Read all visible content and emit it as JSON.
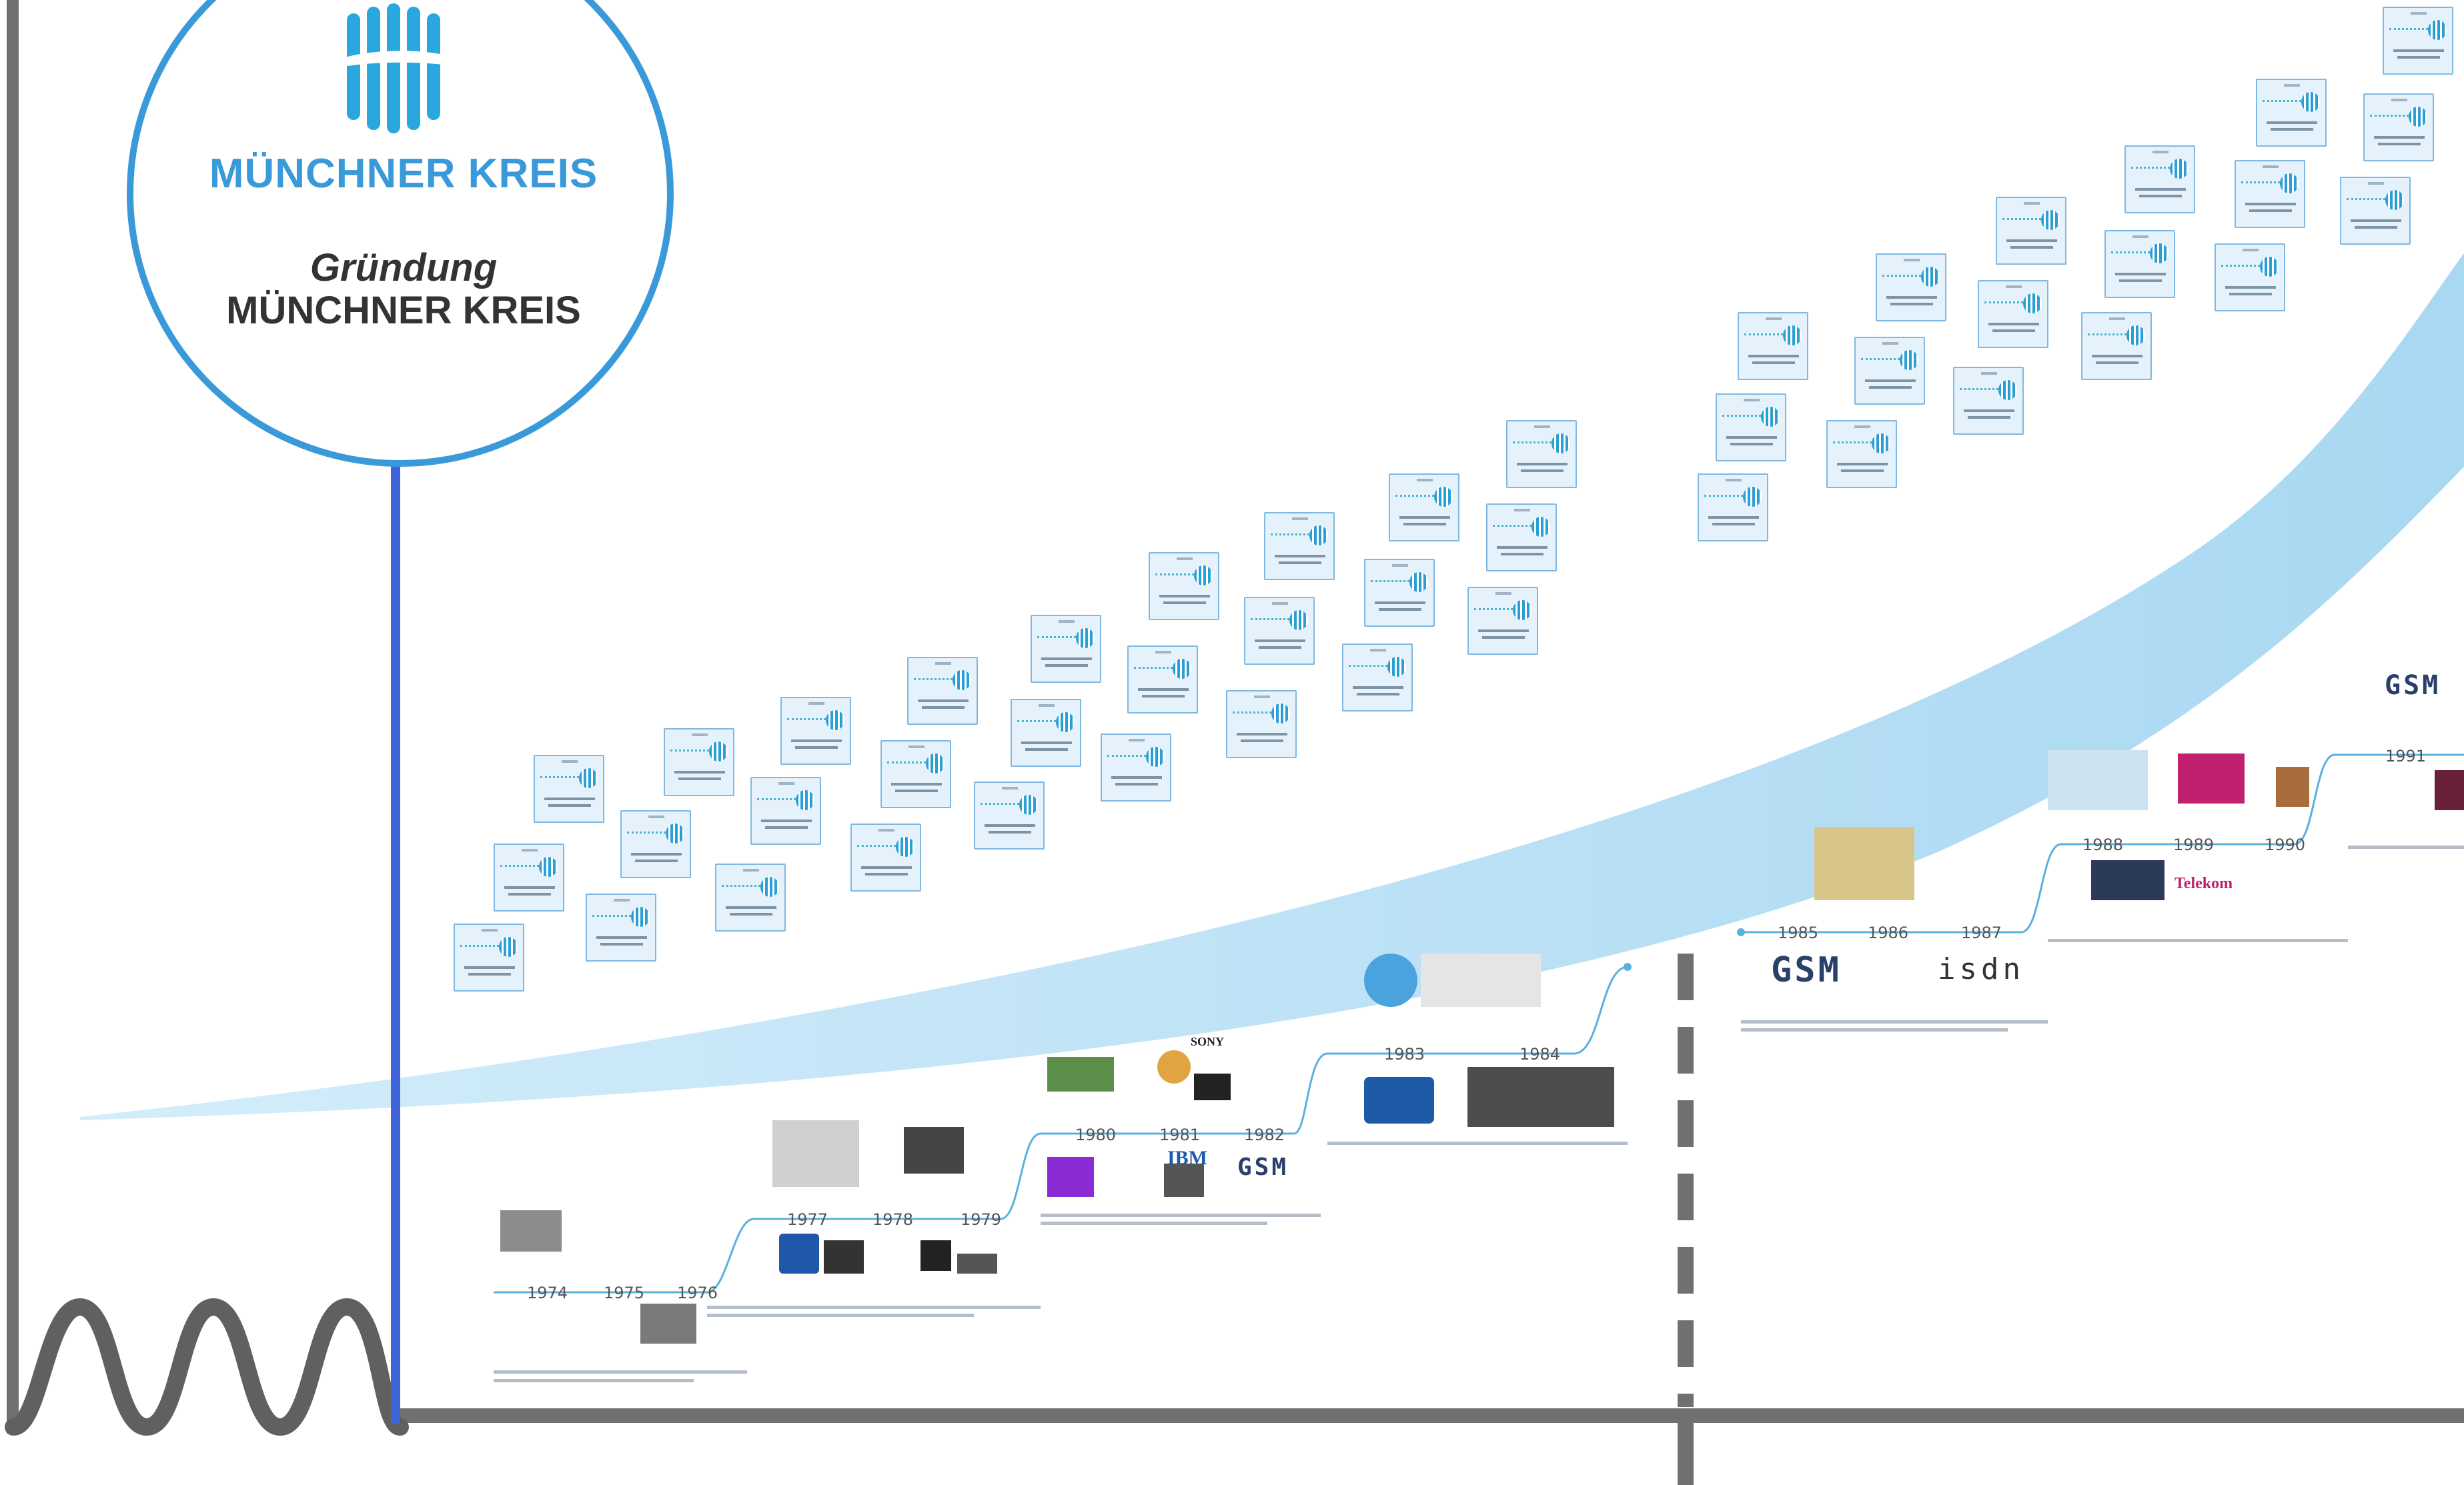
{
  "logo": {
    "name": "MÜNCHNER KREIS",
    "founding_line1": "Gründung",
    "founding_line2": "MÜNCHNER KREIS"
  },
  "timeline_years": [
    "1974",
    "1975",
    "1976",
    "1977",
    "1978",
    "1979",
    "1980",
    "1981",
    "1982",
    "1983",
    "1984",
    "1985",
    "1986",
    "1987",
    "1988",
    "1989",
    "1990",
    "1991"
  ],
  "logos": {
    "gsm": "GSM",
    "isdn": "isdn",
    "telekom": "Telekom",
    "ibm": "IBM",
    "sony": "SONY"
  },
  "colors": {
    "accent": "#3a9ad9",
    "vertical_line": "#3f63d8",
    "frame": "#707070",
    "wave": "#555555",
    "band": "#b7def4"
  }
}
